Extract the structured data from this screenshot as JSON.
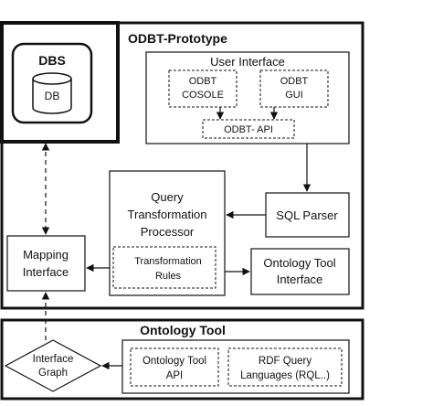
{
  "dbs": {
    "title": "DBS",
    "db_label": "DB"
  },
  "prototype": {
    "title": "ODBT-Prototype",
    "user_interface": {
      "title": "User Interface",
      "console": [
        "ODBT",
        "COSOLE"
      ],
      "gui": [
        "ODBT",
        "GUI"
      ],
      "api": "ODBT- API"
    },
    "query_processor": {
      "title": [
        "Query",
        "Transformation",
        "Processor"
      ],
      "rules": [
        "Transformation",
        "Rules"
      ]
    },
    "sql_parser": "SQL Parser",
    "ontology_tool_interface": [
      "Ontology Tool",
      "Interface"
    ],
    "mapping_interface": [
      "Mapping",
      "Interface"
    ]
  },
  "ontology_tool": {
    "title": "Ontology Tool",
    "api": [
      "Ontology Tool",
      "API"
    ],
    "rdf": [
      "RDF Query",
      "Languages (RQL..)"
    ],
    "interface_graph": [
      "Interface",
      "Graph"
    ]
  },
  "colors": {
    "line": "#111111",
    "background": "#ffffff"
  }
}
